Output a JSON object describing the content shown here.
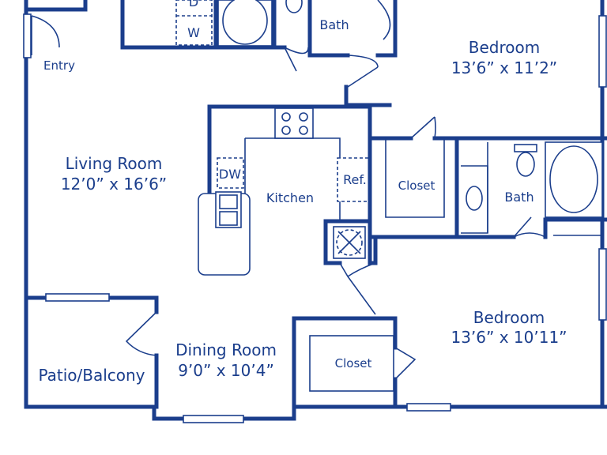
{
  "rooms": {
    "entry": {
      "name": "Entry"
    },
    "bath_top": {
      "name": "Bath"
    },
    "bedroom_top": {
      "name": "Bedroom",
      "size": "13’6” x 11’2”"
    },
    "living_room": {
      "name": "Living Room",
      "size": "12’0” x 16’6”"
    },
    "kitchen": {
      "name": "Kitchen"
    },
    "closet_mid": {
      "name": "Closet"
    },
    "bath_mid": {
      "name": "Bath"
    },
    "bedroom_bottom": {
      "name": "Bedroom",
      "size": "13’6” x 10’11”"
    },
    "closet_bottom": {
      "name": "Closet"
    },
    "dining_room": {
      "name": "Dining Room",
      "size": "9’0” x 10’4”"
    },
    "patio": {
      "name": "Patio/Balcony"
    }
  },
  "appliances": {
    "dishwasher": "DW",
    "refrigerator": "Ref.",
    "dryer": "D",
    "washer": "W"
  },
  "colors": {
    "wall": "#1b3e8c",
    "background": "#ffffff"
  }
}
